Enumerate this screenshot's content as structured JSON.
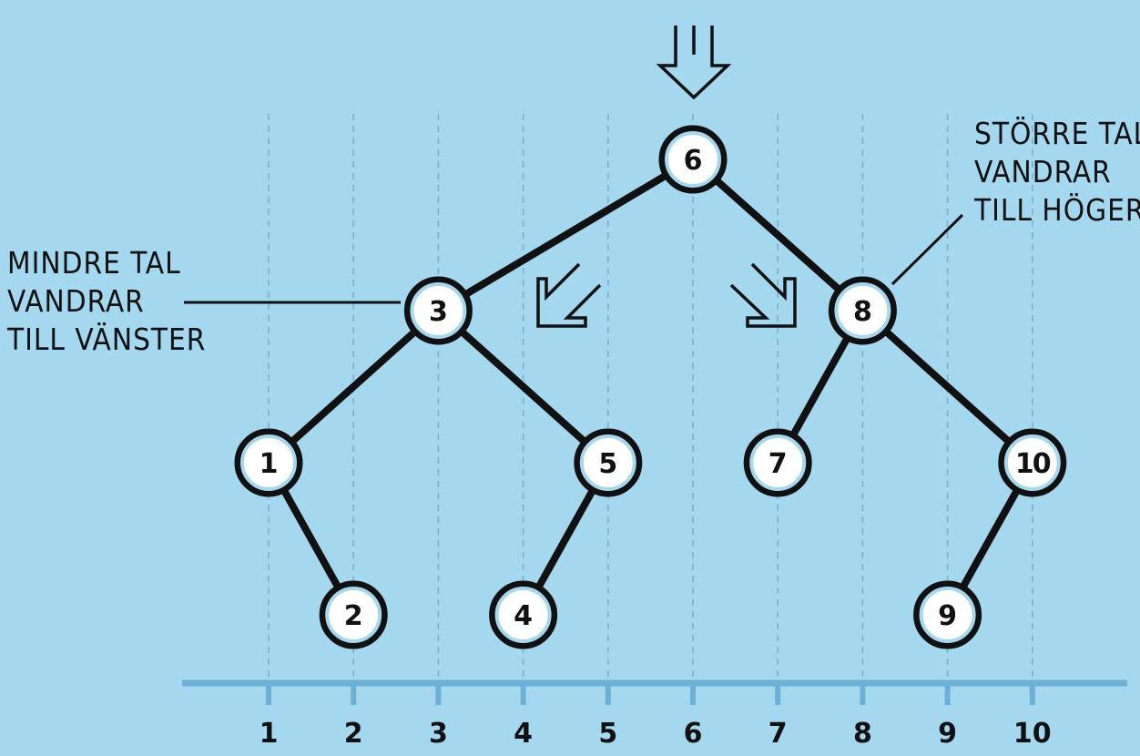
{
  "diagram": {
    "nodes": [
      {
        "id": "n6",
        "label": "6"
      },
      {
        "id": "n3",
        "label": "3"
      },
      {
        "id": "n8",
        "label": "8"
      },
      {
        "id": "n1",
        "label": "1"
      },
      {
        "id": "n5",
        "label": "5"
      },
      {
        "id": "n7",
        "label": "7"
      },
      {
        "id": "n10",
        "label": "10"
      },
      {
        "id": "n2",
        "label": "2"
      },
      {
        "id": "n4",
        "label": "4"
      },
      {
        "id": "n9",
        "label": "9"
      }
    ],
    "edges": [
      [
        "n6",
        "n3"
      ],
      [
        "n6",
        "n8"
      ],
      [
        "n3",
        "n1"
      ],
      [
        "n3",
        "n5"
      ],
      [
        "n8",
        "n7"
      ],
      [
        "n8",
        "n10"
      ],
      [
        "n1",
        "n2"
      ],
      [
        "n5",
        "n4"
      ],
      [
        "n10",
        "n9"
      ]
    ],
    "axis_ticks": [
      "1",
      "2",
      "3",
      "4",
      "5",
      "6",
      "7",
      "8",
      "9",
      "10"
    ],
    "left_note": [
      "MINDRE TAL",
      "VANDRAR",
      "TILL VÄNSTER"
    ],
    "right_note": [
      "STÖRRE TAL",
      "VANDRAR",
      "TILL HÖGER"
    ]
  }
}
